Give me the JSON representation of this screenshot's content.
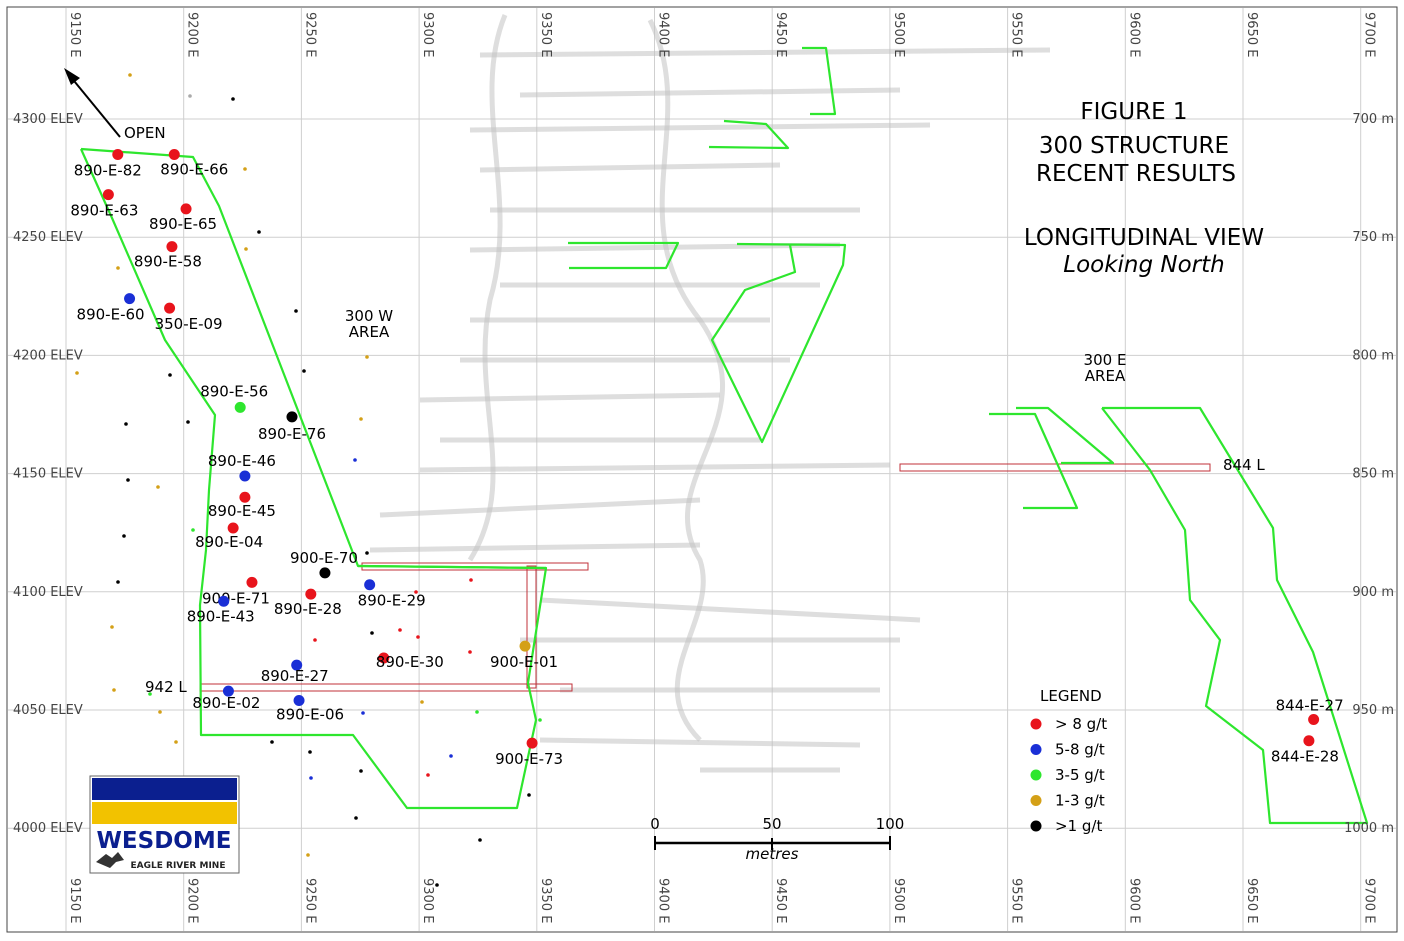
{
  "figure": {
    "title": "FIGURE 1",
    "subtitle_line1": "300 STRUCTURE",
    "subtitle_line2": "RECENT RESULTS",
    "view": "LONGITUDINAL VIEW",
    "view_direction": "Looking North"
  },
  "axes": {
    "easting_labels": [
      "9150 E",
      "9200 E",
      "9250 E",
      "9300 E",
      "9350 E",
      "9400 E",
      "9450 E",
      "9500 E",
      "9550 E",
      "9600 E",
      "9650 E",
      "9700 E"
    ],
    "elevation_labels": [
      "4300 ELEV",
      "4250 ELEV",
      "4200 ELEV",
      "4150 ELEV",
      "4100 ELEV",
      "4050 ELEV",
      "4000 ELEV"
    ],
    "depth_labels": [
      "700 m",
      "750 m",
      "800 m",
      "850 m",
      "900 m",
      "950 m",
      "1000 m"
    ]
  },
  "annotations": {
    "open": "OPEN",
    "area_w_line1": "300 W",
    "area_w_line2": "AREA",
    "area_e_line1": "300 E",
    "area_e_line2": "AREA",
    "level_844": "844 L",
    "level_942": "942 L"
  },
  "legend": {
    "title": "LEGEND",
    "items": [
      {
        "label": "> 8 g/t",
        "color": "#e8141c"
      },
      {
        "label": "5-8 g/t",
        "color": "#1a2fd6"
      },
      {
        "label": "3-5 g/t",
        "color": "#2ee62e"
      },
      {
        "label": "1-3 g/t",
        "color": "#d4a017"
      },
      {
        "label": ">1 g/t",
        "color": "#000000"
      }
    ]
  },
  "scale_bar": {
    "ticks": [
      "0",
      "50",
      "100"
    ],
    "unit": "metres"
  },
  "logo": {
    "company": "WESDOME",
    "mine": "EAGLE RIVER MINE",
    "colors": {
      "band_top": "#0b1f8f",
      "band_bottom": "#f2c200",
      "text": "#0b1f8f"
    }
  },
  "colors": {
    "outline": "#2ee62e",
    "workings": "#c8c8c8",
    "drift": "#c0303a",
    "grid": "#cfcfcf"
  },
  "drill_holes": [
    {
      "label": "890-E-82",
      "grade": "gt8",
      "e": 9172,
      "elev": 4285
    },
    {
      "label": "890-E-66",
      "grade": "gt8",
      "e": 9196,
      "elev": 4285
    },
    {
      "label": "890-E-63",
      "grade": "gt8",
      "e": 9168,
      "elev": 4268
    },
    {
      "label": "890-E-65",
      "grade": "gt8",
      "e": 9201,
      "elev": 4262
    },
    {
      "label": "890-E-58",
      "grade": "gt8",
      "e": 9195,
      "elev": 4246
    },
    {
      "label": "890-E-60",
      "grade": "5to8",
      "e": 9177,
      "elev": 4224
    },
    {
      "label": "350-E-09",
      "grade": "gt8",
      "e": 9194,
      "elev": 4220
    },
    {
      "label": "890-E-56",
      "grade": "3to5",
      "e": 9224,
      "elev": 4178
    },
    {
      "label": "890-E-76",
      "grade": "gt1",
      "e": 9246,
      "elev": 4174
    },
    {
      "label": "890-E-46",
      "grade": "5to8",
      "e": 9226,
      "elev": 4149
    },
    {
      "label": "890-E-45",
      "grade": "gt8",
      "e": 9226,
      "elev": 4140
    },
    {
      "label": "890-E-04",
      "grade": "gt8",
      "e": 9221,
      "elev": 4127
    },
    {
      "label": "900-E-71",
      "grade": "gt8",
      "e": 9229,
      "elev": 4104
    },
    {
      "label": "900-E-70",
      "grade": "gt1",
      "e": 9260,
      "elev": 4108
    },
    {
      "label": "890-E-28",
      "grade": "gt8",
      "e": 9254,
      "elev": 4099
    },
    {
      "label": "890-E-29",
      "grade": "5to8",
      "e": 9279,
      "elev": 4103
    },
    {
      "label": "890-E-43",
      "grade": "5to8",
      "e": 9217,
      "elev": 4096
    },
    {
      "label": "900-E-01",
      "grade": "1to3",
      "e": 9345,
      "elev": 4077
    },
    {
      "label": "890-E-30",
      "grade": "gt8",
      "e": 9285,
      "elev": 4072
    },
    {
      "label": "890-E-27",
      "grade": "5to8",
      "e": 9248,
      "elev": 4069
    },
    {
      "label": "890-E-02",
      "grade": "5to8",
      "e": 9219,
      "elev": 4058
    },
    {
      "label": "890-E-06",
      "grade": "5to8",
      "e": 9249,
      "elev": 4054
    },
    {
      "label": "900-E-73",
      "grade": "gt8",
      "e": 9348,
      "elev": 4036
    },
    {
      "label": "844-E-27",
      "grade": "gt8",
      "e": 9680,
      "elev": 4046
    },
    {
      "label": "844-E-28",
      "grade": "gt8",
      "e": 9678,
      "elev": 4037
    }
  ]
}
